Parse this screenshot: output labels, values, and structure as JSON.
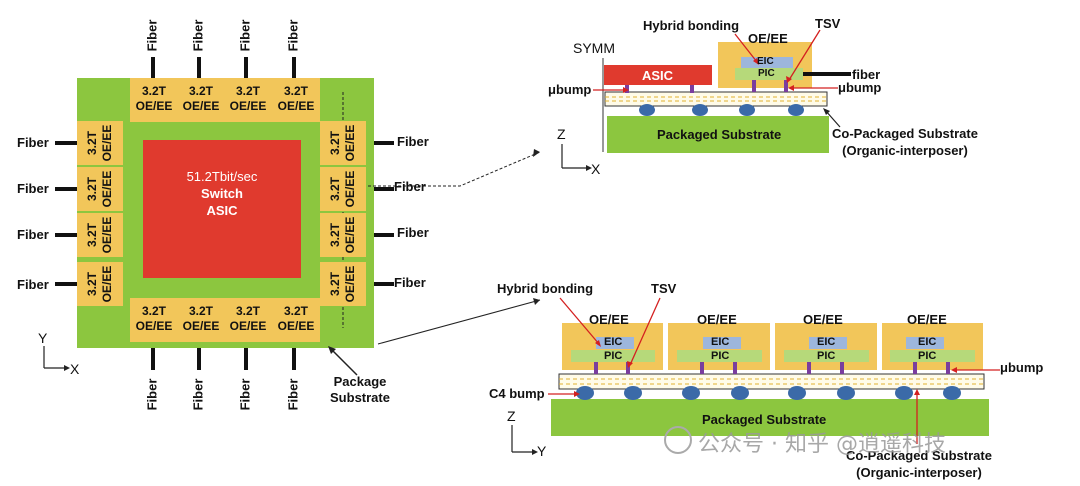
{
  "left_diagram": {
    "asic_line1": "51.2Tbit/sec",
    "asic_line2": "Switch",
    "asic_line3": "ASIC",
    "module_rate": "3.2T",
    "module_type": "OE/EE",
    "fiber_label": "Fiber",
    "package_substrate_line1": "Package",
    "package_substrate_line2": "Substrate",
    "axis_y": "Y",
    "axis_x": "X"
  },
  "top_right_diagram": {
    "symm": "SYMM",
    "hybrid_bonding": "Hybrid bonding",
    "tsv": "TSV",
    "oe_ee": "OE/EE",
    "eic": "EIC",
    "pic": "PIC",
    "fiber": "fiber",
    "asic": "ASIC",
    "ubump_left": "μbump",
    "ubump_right": "μbump",
    "packaged_substrate": "Packaged Substrate",
    "co_packaged_line1": "Co-Packaged Substrate",
    "co_packaged_line2": "(Organic-interposer)",
    "axis_z": "Z",
    "axis_x": "X"
  },
  "bottom_right_diagram": {
    "hybrid_bonding": "Hybrid bonding",
    "tsv": "TSV",
    "oe_ee": "OE/EE",
    "eic": "EIC",
    "pic": "PIC",
    "ubump": "μbump",
    "c4_bump": "C4 bump",
    "packaged_substrate": "Packaged Substrate",
    "co_packaged_line1": "Co-Packaged Substrate",
    "co_packaged_line2": "(Organic-interposer)",
    "axis_z": "Z",
    "axis_y": "Y"
  },
  "watermark": "公众号 · 知乎 @逍遥科技",
  "colors": {
    "substrate_green": "#8cc63f",
    "asic_red": "#e03a2e",
    "module_yellow": "#f2c65a",
    "eic_blue": "#9db6dc",
    "pic_green": "#b6d97a",
    "bump_blue": "#3b6aa8",
    "via_purple": "#7a3d9e",
    "arrow_red": "#d42020"
  }
}
